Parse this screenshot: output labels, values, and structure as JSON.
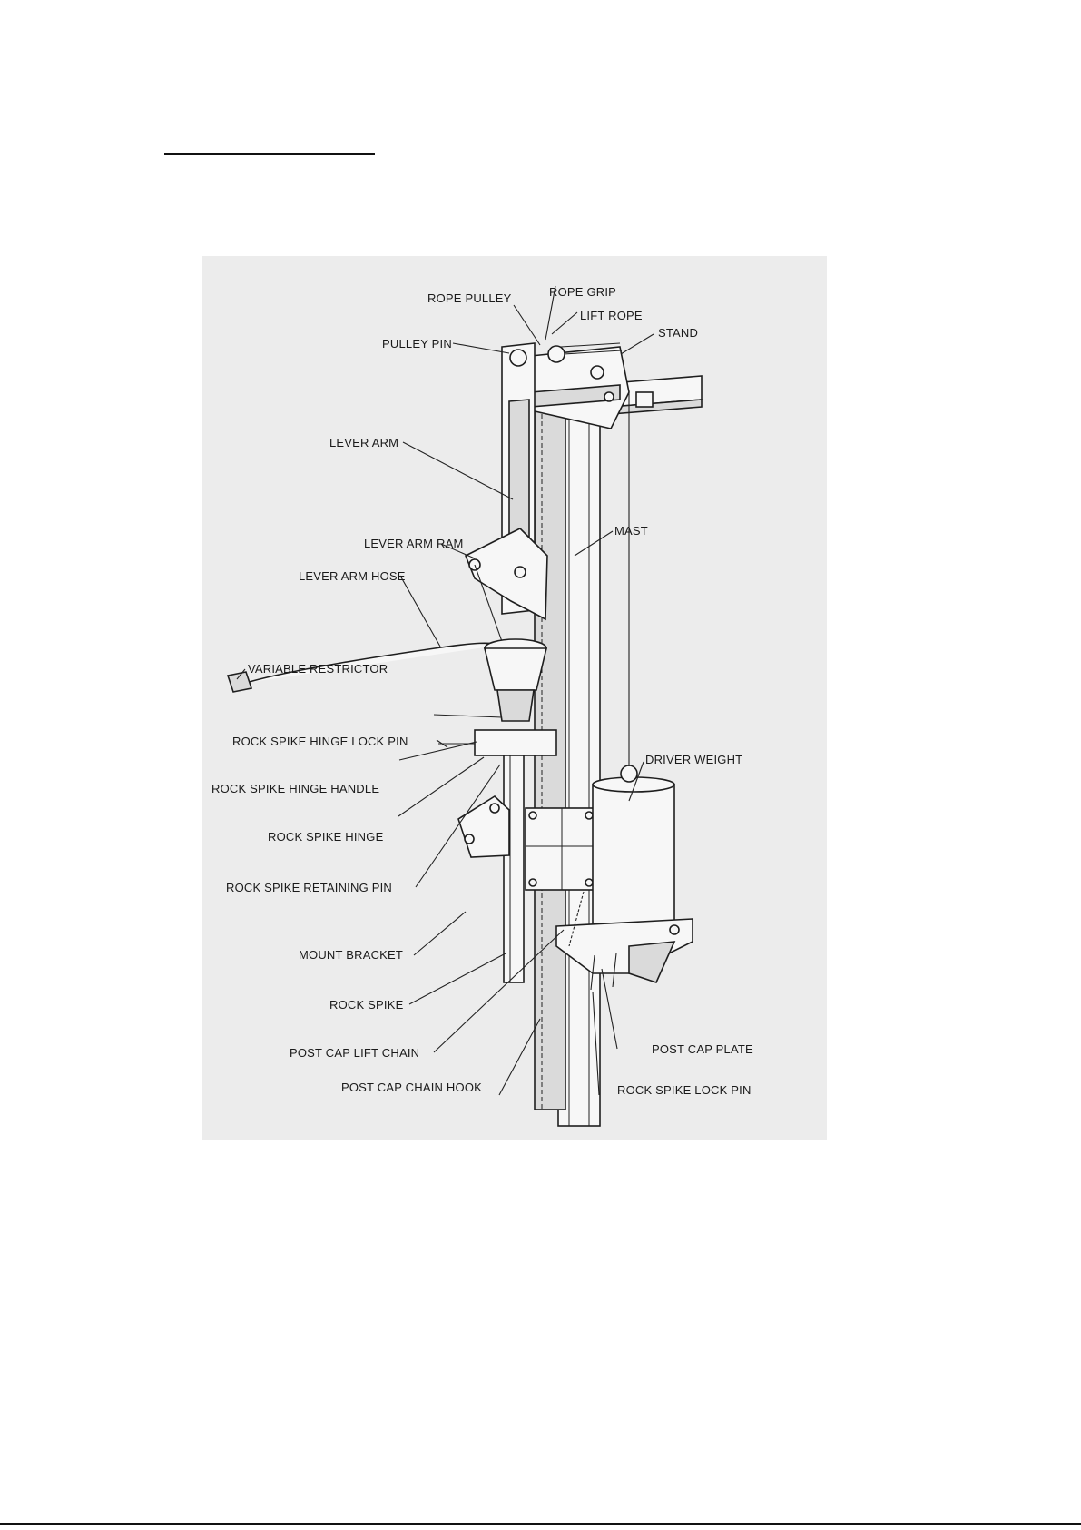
{
  "diagram": {
    "labels": {
      "rope_pulley": "ROPE PULLEY",
      "rope_grip": "ROPE GRIP",
      "lift_rope": "LIFT ROPE",
      "pulley_pin": "PULLEY PIN",
      "stand": "STAND",
      "lever_arm": "LEVER ARM",
      "lever_arm_ram": "LEVER ARM RAM",
      "mast": "MAST",
      "lever_arm_hose": "LEVER ARM HOSE",
      "variable_restrictor": "VARIABLE RESTRICTOR",
      "rock_spike_hinge_lock_pin": "ROCK SPIKE HINGE LOCK PIN",
      "driver_weight": "DRIVER WEIGHT",
      "rock_spike_hinge_handle": "ROCK SPIKE HINGE HANDLE",
      "rock_spike_hinge": "ROCK SPIKE HINGE",
      "rock_spike_retaining_pin": "ROCK SPIKE RETAINING PIN",
      "mount_bracket": "MOUNT BRACKET",
      "rock_spike": "ROCK SPIKE",
      "post_cap_lift_chain": "POST CAP LIFT CHAIN",
      "post_cap_plate": "POST CAP PLATE",
      "post_cap_chain_hook": "POST CAP CHAIN HOOK",
      "rock_spike_lock_pin": "ROCK SPIKE LOCK PIN"
    }
  }
}
